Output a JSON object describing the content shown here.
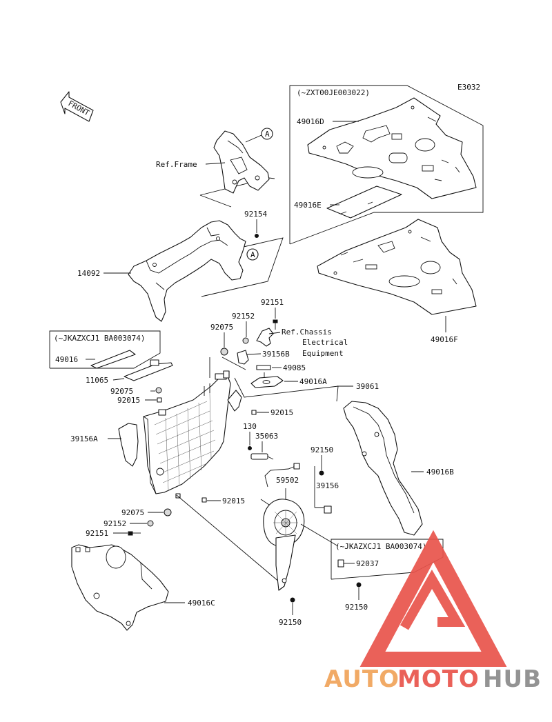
{
  "diagram_code": "E3032",
  "front_arrow": "FRONT",
  "ref_marks": {
    "a_upper": "A",
    "a_lower": "A"
  },
  "serial_notes": {
    "plates": "(~ZXT00JE003022)",
    "radiator_covers": "(~JKAZXCJ1 BA003074)",
    "fan_clip": "(~JKAZXCJ1 BA003074)"
  },
  "labels": {
    "ref_frame": "Ref.Frame",
    "ref_chassis_1": "Ref.Chassis",
    "ref_chassis_2": "Electrical",
    "ref_chassis_3": "Equipment",
    "p92154": "92154",
    "p14092": "14092",
    "p49016D": "49016D",
    "p49016E": "49016E",
    "p49016F": "49016F",
    "p92151_top": "92151",
    "p92152_top": "92152",
    "p92075_top": "92075",
    "p39156B": "39156B",
    "p49085": "49085",
    "p49016A": "49016A",
    "p39061": "39061",
    "p49016": "49016",
    "p11065": "11065",
    "p92075_mid": "92075",
    "p92015_a": "92015",
    "p92015_b": "92015",
    "p39156A": "39156A",
    "p130": "130",
    "p35063": "35063",
    "p49016B": "49016B",
    "p92150_a": "92150",
    "p59502": "59502",
    "p39156": "39156",
    "p92015_c": "92015",
    "p92075_low": "92075",
    "p92152_low": "92152",
    "p92151_low": "92151",
    "p92037": "92037",
    "p92150_b": "92150",
    "p92150_c": "92150",
    "p49016C": "49016C"
  },
  "watermark": {
    "part1": "AUTO",
    "part2": "MOTO",
    "part3": "HUB"
  },
  "colors": {
    "watermark_orange": "#f0a35a",
    "watermark_red": "#e9544c",
    "watermark_gray": "#8a8a8a",
    "ink": "#111111"
  }
}
